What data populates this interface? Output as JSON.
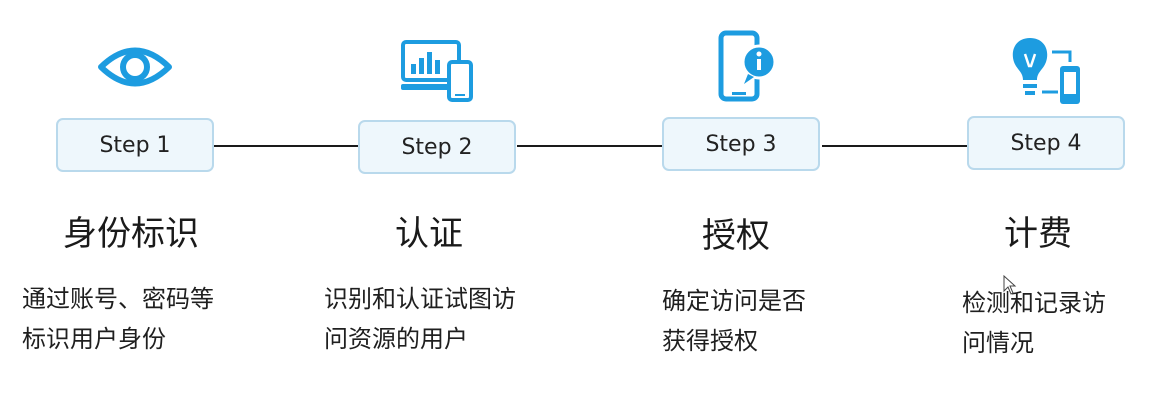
{
  "accent_color": "#1d9ce0",
  "steps": [
    {
      "label": "Step 1",
      "icon": "eye-icon",
      "title": "身份标识",
      "desc_line1": "通过账号、密码等",
      "desc_line2": "标识用户身份"
    },
    {
      "label": "Step 2",
      "icon": "dashboard-devices-icon",
      "title": "认证",
      "desc_line1": "识别和认证试图访",
      "desc_line2": "问资源的用户"
    },
    {
      "label": "Step 3",
      "icon": "phone-info-icon",
      "title": "授权",
      "desc_line1": "确定访问是否",
      "desc_line2": "获得授权"
    },
    {
      "label": "Step 4",
      "icon": "bulb-phone-icon",
      "title": "计费",
      "desc_line1": "检测和记录访",
      "desc_line2": "问情况"
    }
  ]
}
